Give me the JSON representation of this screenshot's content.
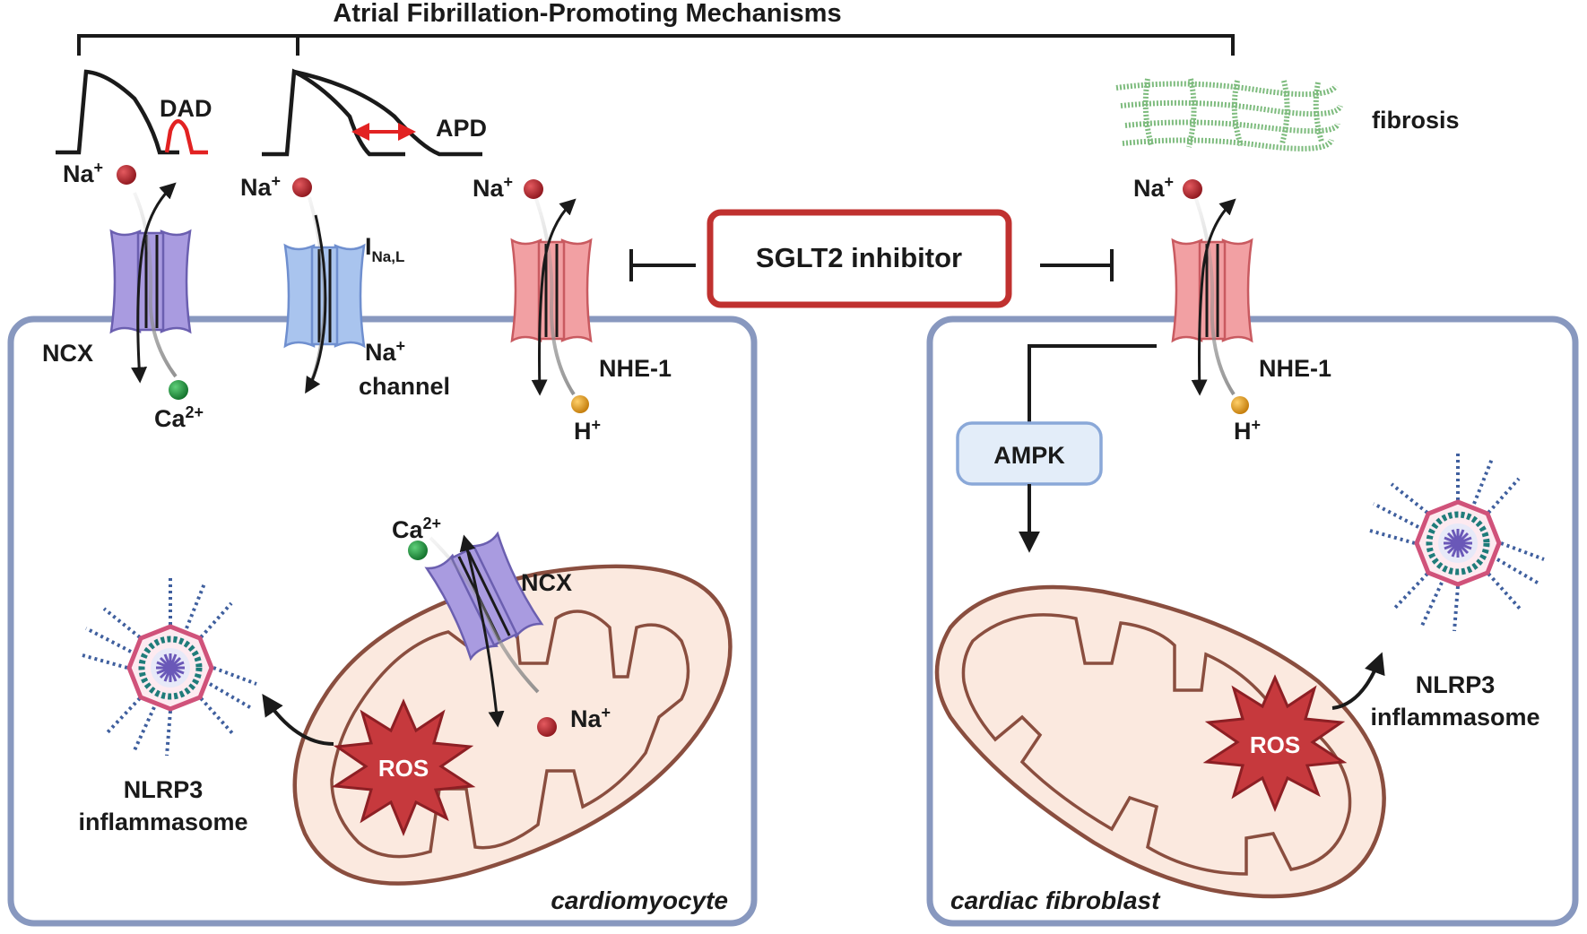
{
  "title": "Atrial Fibrillation-Promoting Mechanisms",
  "center_box": {
    "label": "SGLT2 inhibitor",
    "border_color": "#c0312f"
  },
  "curves": {
    "dad": "DAD",
    "apd": "APD"
  },
  "fibrosis": {
    "label": "fibrosis"
  },
  "ions": {
    "na": "Na",
    "na_charge": "+",
    "ca": "Ca",
    "ca_charge": "2+",
    "h": "H",
    "h_charge": "+"
  },
  "channels": {
    "ncx": "NCX",
    "ina_main": "I",
    "ina_sub": "Na,L",
    "na_channel_line1": "Na",
    "na_channel_line2": "channel",
    "nhe1": "NHE-1"
  },
  "left_cell": {
    "label": "cardiomyocyte",
    "ncx_label": "NCX",
    "ros": "ROS",
    "nlrp3_line1": "NLRP3",
    "nlrp3_line2": "inflammasome"
  },
  "right_cell": {
    "label": "cardiac fibroblast",
    "ampk": "AMPK",
    "ros": "ROS",
    "nlrp3_line1": "NLRP3",
    "nlrp3_line2": "inflammasome"
  },
  "colors": {
    "cell_border": "#8898bf",
    "ncx_fill": "#a99be0",
    "na_channel_fill": "#a9c4ee",
    "nhe_fill": "#f2a0a3",
    "mito_fill": "#fbe9df",
    "mito_stroke": "#8a4e3f",
    "ros_fill": "#c6393d",
    "na_ion": "#a01f26",
    "ca_ion": "#1f8f3a",
    "h_ion": "#e09a1c",
    "red_accent": "#e22222",
    "fibrosis_green": "#7dbb7d"
  }
}
